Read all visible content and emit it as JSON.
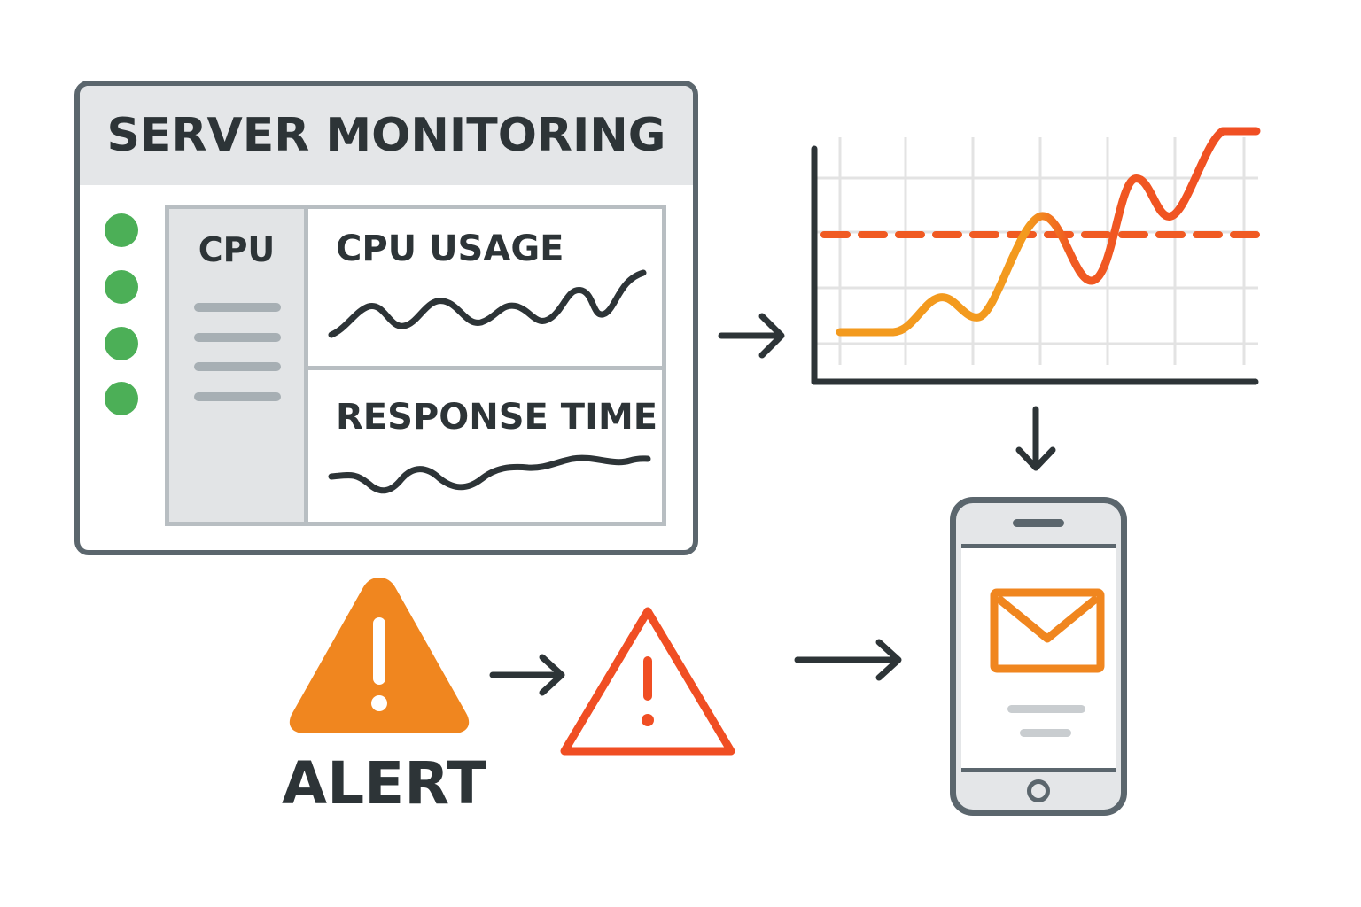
{
  "dashboard": {
    "title": "SERVER MONITORING",
    "status_indicators": 4,
    "status_color": "#4caf57",
    "sidebar": {
      "label": "CPU",
      "line_count": 4
    },
    "panels": [
      {
        "title": "CPU USAGE"
      },
      {
        "title": "RESPONSE TIME"
      }
    ]
  },
  "alert": {
    "label": "ALERT",
    "primary_color": "#f0861f",
    "outline_color": "#f04e23"
  },
  "chart_data": {
    "type": "line",
    "title": "",
    "xlabel": "",
    "ylabel": "",
    "grid": true,
    "threshold_dashed": true,
    "line_gradient": [
      "#f39a1e",
      "#f04e23"
    ]
  },
  "phone": {
    "notification_icon": "envelope-icon",
    "accent": "#f0861f"
  },
  "colors": {
    "stroke_dark": "#2d3437",
    "frame": "#5b666d",
    "panel_gray": "#e4e6e8"
  }
}
